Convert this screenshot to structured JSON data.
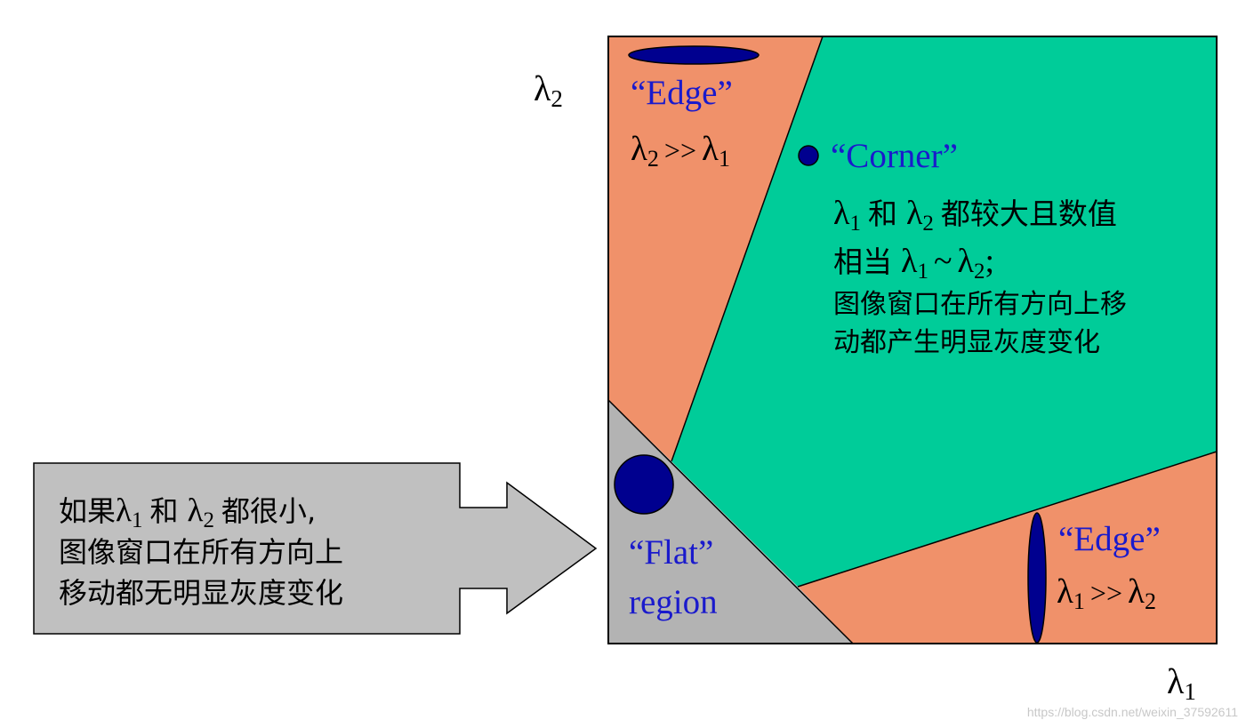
{
  "axes": {
    "y_label": "λ",
    "y_sub": "2",
    "x_label": "λ",
    "x_sub": "1"
  },
  "regions": {
    "edge_top": {
      "label": "“Edge”",
      "cond_lambda_a": "λ",
      "cond_sub_a": "2",
      "cond_op": ">>",
      "cond_lambda_b": "λ",
      "cond_sub_b": "1"
    },
    "corner": {
      "label": "“Corner”",
      "line1_lambda_a": "λ",
      "line1_sub_a": "1",
      "line1_and": "和",
      "line1_lambda_b": "λ",
      "line1_sub_b": "2",
      "line1_text": "都较大且数值",
      "line2_text": "相当",
      "line2_lambda_a": "λ",
      "line2_sub_a": "1",
      "line2_op": "~",
      "line2_lambda_b": "λ",
      "line2_sub_b": "2",
      "line2_end": ";",
      "line3": "图像窗口在所有方向上移",
      "line4": "动都产生明显灰度变化"
    },
    "edge_right": {
      "label": "“Edge”",
      "cond_lambda_a": "λ",
      "cond_sub_a": "1",
      "cond_op": ">>",
      "cond_lambda_b": "λ",
      "cond_sub_b": "2"
    },
    "flat": {
      "label_line1": "“Flat”",
      "label_line2": "region"
    }
  },
  "callout": {
    "line1_prefix": "如果",
    "line1_lambda_a": "λ",
    "line1_sub_a": "1",
    "line1_and": "和",
    "line1_lambda_b": "λ",
    "line1_sub_b": "2",
    "line1_suffix": "都很小,",
    "line2": "图像窗口在所有方向上",
    "line3": "移动都无明显灰度变化"
  },
  "watermark": "https://blog.csdn.net/weixin_37592611",
  "colors": {
    "edge_region": "#F0916A",
    "corner_region": "#00CC99",
    "flat_region": "#B3B3B3",
    "ellipse_fill": "#00008F",
    "blue_text": "#1A1ACC",
    "callout_fill": "#C0C0C0"
  }
}
